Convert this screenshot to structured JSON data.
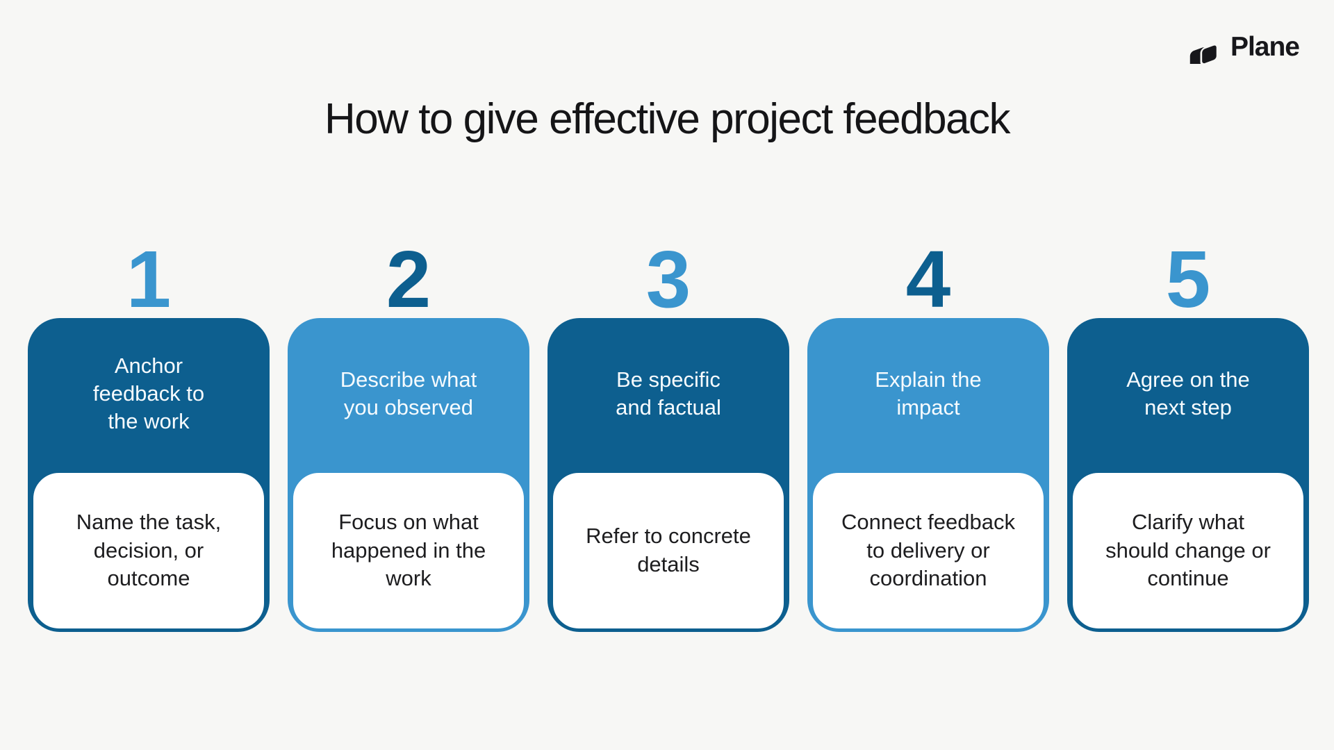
{
  "page": {
    "title": "How to give effective project feedback",
    "background_color": "#f7f7f5"
  },
  "brand": {
    "name": "Plane",
    "logo_icon": "plane-logo-icon",
    "color": "#17171b"
  },
  "colors": {
    "dark_blue": "#0d5f8f",
    "light_blue": "#3a95ce",
    "body_card_bg": "#ffffff",
    "header_text": "#ffffff",
    "body_text": "#1d1d1f"
  },
  "steps": [
    {
      "number": "1",
      "header": "Anchor\nfeedback to\nthe work",
      "body": "Name the task,\ndecision, or\noutcome"
    },
    {
      "number": "2",
      "header": "Describe what\nyou observed",
      "body": "Focus on what\nhappened in the\nwork"
    },
    {
      "number": "3",
      "header": "Be specific\nand factual",
      "body": "Refer to concrete\ndetails"
    },
    {
      "number": "4",
      "header": "Explain the\nimpact",
      "body": "Connect feedback\nto delivery or\ncoordination"
    },
    {
      "number": "5",
      "header": "Agree on the\nnext step",
      "body": "Clarify what\nshould change or\ncontinue"
    }
  ]
}
